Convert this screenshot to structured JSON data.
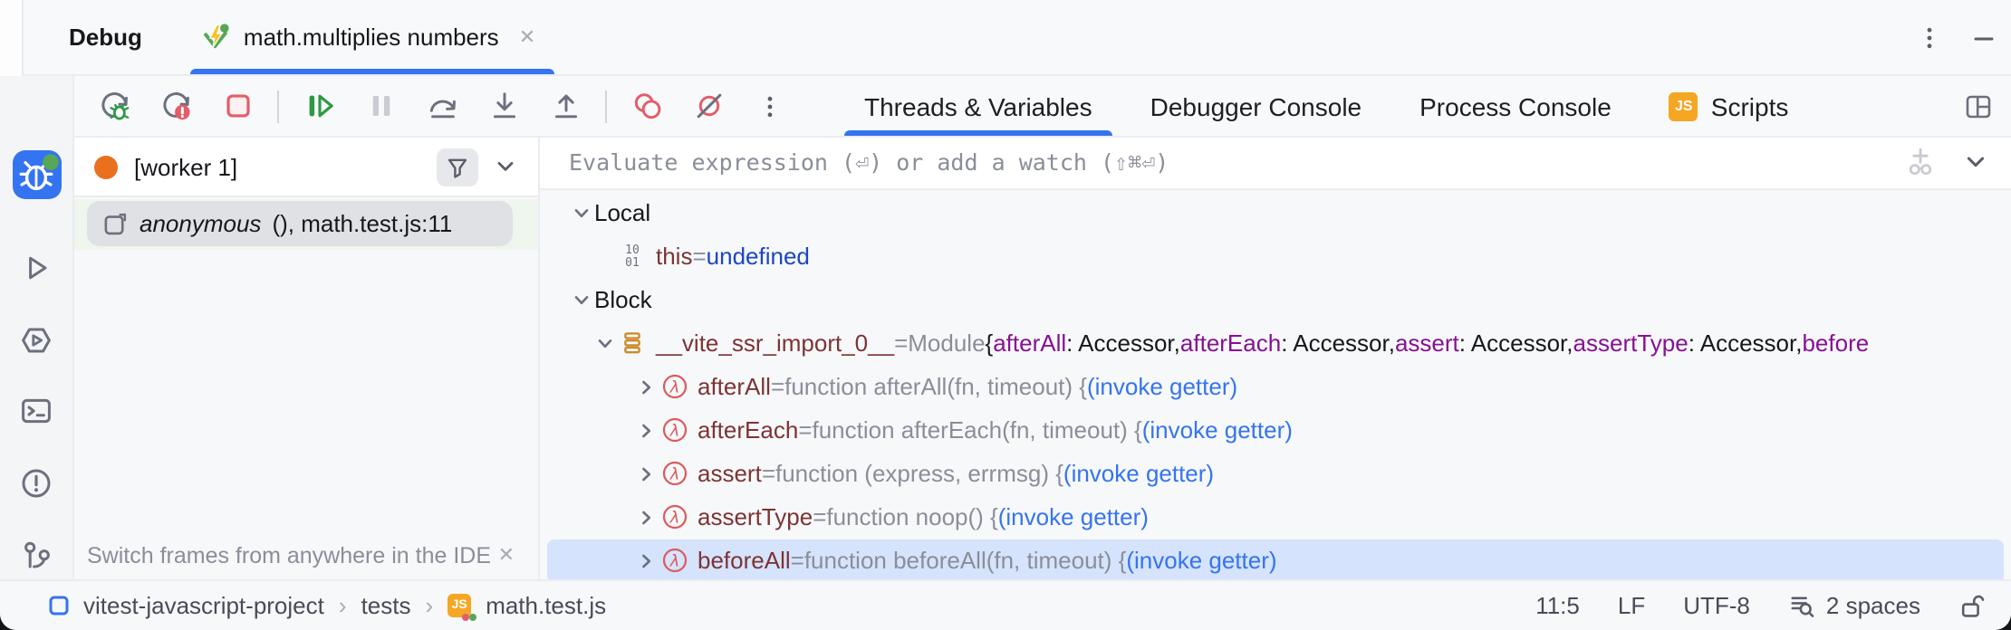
{
  "colors": {
    "accent_blue": "#3574F0",
    "selection_bg": "#D5E3FC",
    "frame_selection_bg": "#DFE1E5",
    "frame_strip_green": "#EEF6EE",
    "breakpoint_red": "#DB5C5C",
    "run_green": "#2E9945",
    "worker_dot_orange": "#E9701E",
    "js_badge_amber": "#F5A623",
    "variable_name": "#7D3434",
    "value_gray": "#8A8E99",
    "accessor_purple": "#871094",
    "keyword_blue": "#1B46C5",
    "link_blue": "#3574F0"
  },
  "titlebar": {
    "window_title": "Debug",
    "tab": {
      "icon": "vitest-icon",
      "label": "math.multiplies numbers",
      "close": "✕"
    }
  },
  "toolbar": {
    "icons": [
      "rerun-debug",
      "rerun-failed-tests",
      "stop",
      "resume-program",
      "pause-program",
      "step-over",
      "step-into",
      "step-out",
      "view-breakpoints",
      "mute-breakpoints",
      "more-options"
    ]
  },
  "view_tabs": {
    "items": [
      {
        "label": "Threads & Variables",
        "active": true
      },
      {
        "label": "Debugger Console",
        "active": false
      },
      {
        "label": "Process Console",
        "active": false
      },
      {
        "label": "Scripts",
        "active": false,
        "icon": "js",
        "icon_text": "JS"
      }
    ]
  },
  "threads_panel": {
    "thread": {
      "name": "[worker 1]"
    },
    "frames": [
      {
        "icon": "stack-frame",
        "func": "anonymous",
        "suffix": "(), math.test.js:11"
      }
    ],
    "hint": {
      "text": "Switch frames from anywhere in the IDE wi...",
      "close": "✕"
    }
  },
  "variables_panel": {
    "evaluate_placeholder": "Evaluate expression (⏎) or add a watch (⇧⌘⏎)",
    "tree": [
      {
        "level": 0,
        "chevron": "down",
        "label": "Local"
      },
      {
        "level": 1,
        "chevron": null,
        "icon": "primitive",
        "name": "this",
        "segments": [
          {
            "text": " = ",
            "style": "gray"
          },
          {
            "text": "undefined",
            "style": "keyword"
          }
        ]
      },
      {
        "level": 0,
        "chevron": "down",
        "label": "Block"
      },
      {
        "level": 1,
        "chevron": "down",
        "icon": "object",
        "name": "__vite_ssr_import_0__",
        "segments": [
          {
            "text": " = ",
            "style": "gray"
          },
          {
            "text": "Module ",
            "style": "gray"
          },
          {
            "text": "{",
            "style": "plain"
          },
          {
            "text": "afterAll",
            "style": "purple"
          },
          {
            "text": ": Accessor, ",
            "style": "plain"
          },
          {
            "text": "afterEach",
            "style": "purple"
          },
          {
            "text": ": Accessor, ",
            "style": "plain"
          },
          {
            "text": "assert",
            "style": "purple"
          },
          {
            "text": ": Accessor, ",
            "style": "plain"
          },
          {
            "text": "assertType",
            "style": "purple"
          },
          {
            "text": ": Accessor, ",
            "style": "plain"
          },
          {
            "text": "before",
            "style": "purple"
          }
        ]
      },
      {
        "level": 2,
        "chevron": "right",
        "icon": "function",
        "name": "afterAll",
        "segments": [
          {
            "text": " = ",
            "style": "gray"
          },
          {
            "text": "function afterAll(fn, timeout) { ",
            "style": "gray"
          },
          {
            "text": "(invoke getter)",
            "style": "link"
          }
        ]
      },
      {
        "level": 2,
        "chevron": "right",
        "icon": "function",
        "name": "afterEach",
        "segments": [
          {
            "text": " = ",
            "style": "gray"
          },
          {
            "text": "function afterEach(fn, timeout) { ",
            "style": "gray"
          },
          {
            "text": "(invoke getter)",
            "style": "link"
          }
        ]
      },
      {
        "level": 2,
        "chevron": "right",
        "icon": "function",
        "name": "assert",
        "segments": [
          {
            "text": " = ",
            "style": "gray"
          },
          {
            "text": "function (express, errmsg) { ",
            "style": "gray"
          },
          {
            "text": "(invoke getter)",
            "style": "link"
          }
        ]
      },
      {
        "level": 2,
        "chevron": "right",
        "icon": "function",
        "name": "assertType",
        "segments": [
          {
            "text": " = ",
            "style": "gray"
          },
          {
            "text": "function noop() { ",
            "style": "gray"
          },
          {
            "text": "(invoke getter)",
            "style": "link"
          }
        ]
      },
      {
        "level": 2,
        "chevron": "right",
        "icon": "function",
        "name": "beforeAll",
        "selected": true,
        "segments": [
          {
            "text": " = ",
            "style": "gray"
          },
          {
            "text": "function beforeAll(fn, timeout) { ",
            "style": "gray"
          },
          {
            "text": "(invoke getter)",
            "style": "link"
          }
        ]
      }
    ]
  },
  "statusbar": {
    "breadcrumbs": [
      "vitest-javascript-project",
      "tests",
      "math.test.js"
    ],
    "separator": "›",
    "caret_position": "11:5",
    "line_separator": "LF",
    "encoding": "UTF-8",
    "indent": "2 spaces"
  }
}
